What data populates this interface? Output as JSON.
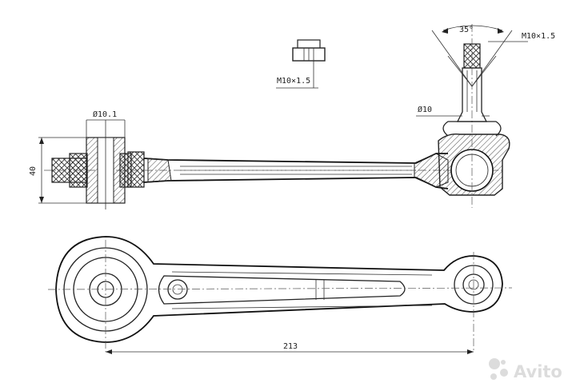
{
  "dimensions": {
    "angle": "35°",
    "thread_top": "M10×1.5",
    "thread_nut": "M10×1.5",
    "bushing_diameter": "Ø10.1",
    "stud_diameter": "Ø10",
    "bushing_height": "40",
    "overall_length": "213"
  },
  "watermark": {
    "text": "Avito"
  }
}
